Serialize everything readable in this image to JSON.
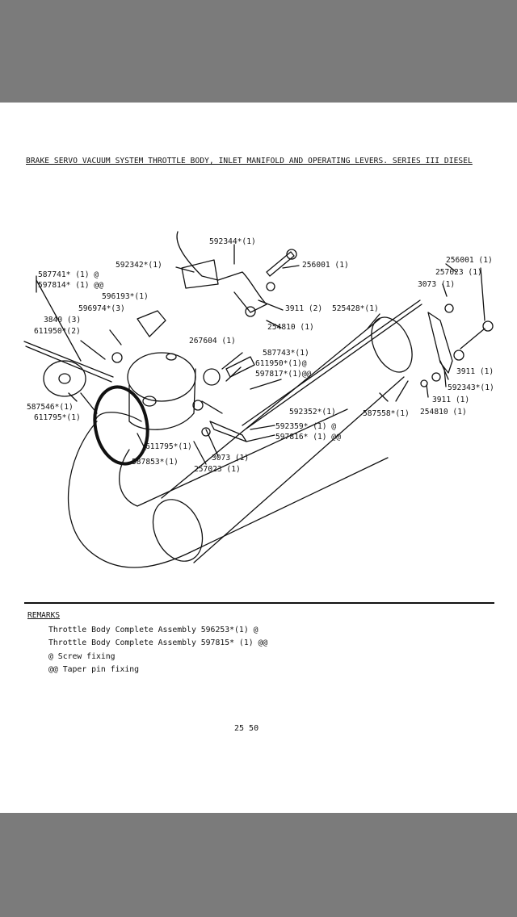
{
  "title": "BRAKE SERVO VACUUM SYSTEM THROTTLE BODY, INLET MANIFOLD AND OPERATING LEVERS. SERIES III DIESEL",
  "labels": {
    "l592344": "592344*(1)",
    "l592342": "592342*(1)",
    "l256001a": "256001 (1)",
    "l256001b": "256001 (1)",
    "l257023a": "257023 (1)",
    "l3073a": "3073 (1)",
    "l587741": "587741* (1) @",
    "l597814": "597814* (1) @@",
    "l596193": "596193*(1)",
    "l596974": "596974*(3)",
    "l3840": "3840 (3)",
    "l611950a": "611950*(2)",
    "l3911a": "3911 (2)",
    "l525428": "525428*(1)",
    "l254810a": "254810 (1)",
    "l267604": "267604 (1)",
    "l587743": "587743*(1)",
    "l611950b": "611950*(1)@",
    "l597817": "597817*(1)@@",
    "l3911b": "3911 (1)",
    "l592343": "592343*(1)",
    "l3911c": "3911 (1)",
    "l254810b": "254810 (1)",
    "l587546": "587546*(1)",
    "l611795a": "611795*(1)",
    "l592352": "592352*(1)",
    "l587558": "587558*(1)",
    "l592359": "592359* (1) @",
    "l597816": "597816* (1) @@",
    "l611795b": "611795*(1)",
    "l3073b": "3073 (1)",
    "l587853": "587853*(1)",
    "l257023b": "257023 (1)"
  },
  "remarks": {
    "heading": "REMARKS",
    "line1": "Throttle Body Complete Assembly 596253*(1) @",
    "line2": "Throttle Body Complete Assembly 597815* (1) @@",
    "line3": "@ Screw fixing",
    "line4": "@@ Taper pin fixing"
  },
  "page_number": "25 50"
}
